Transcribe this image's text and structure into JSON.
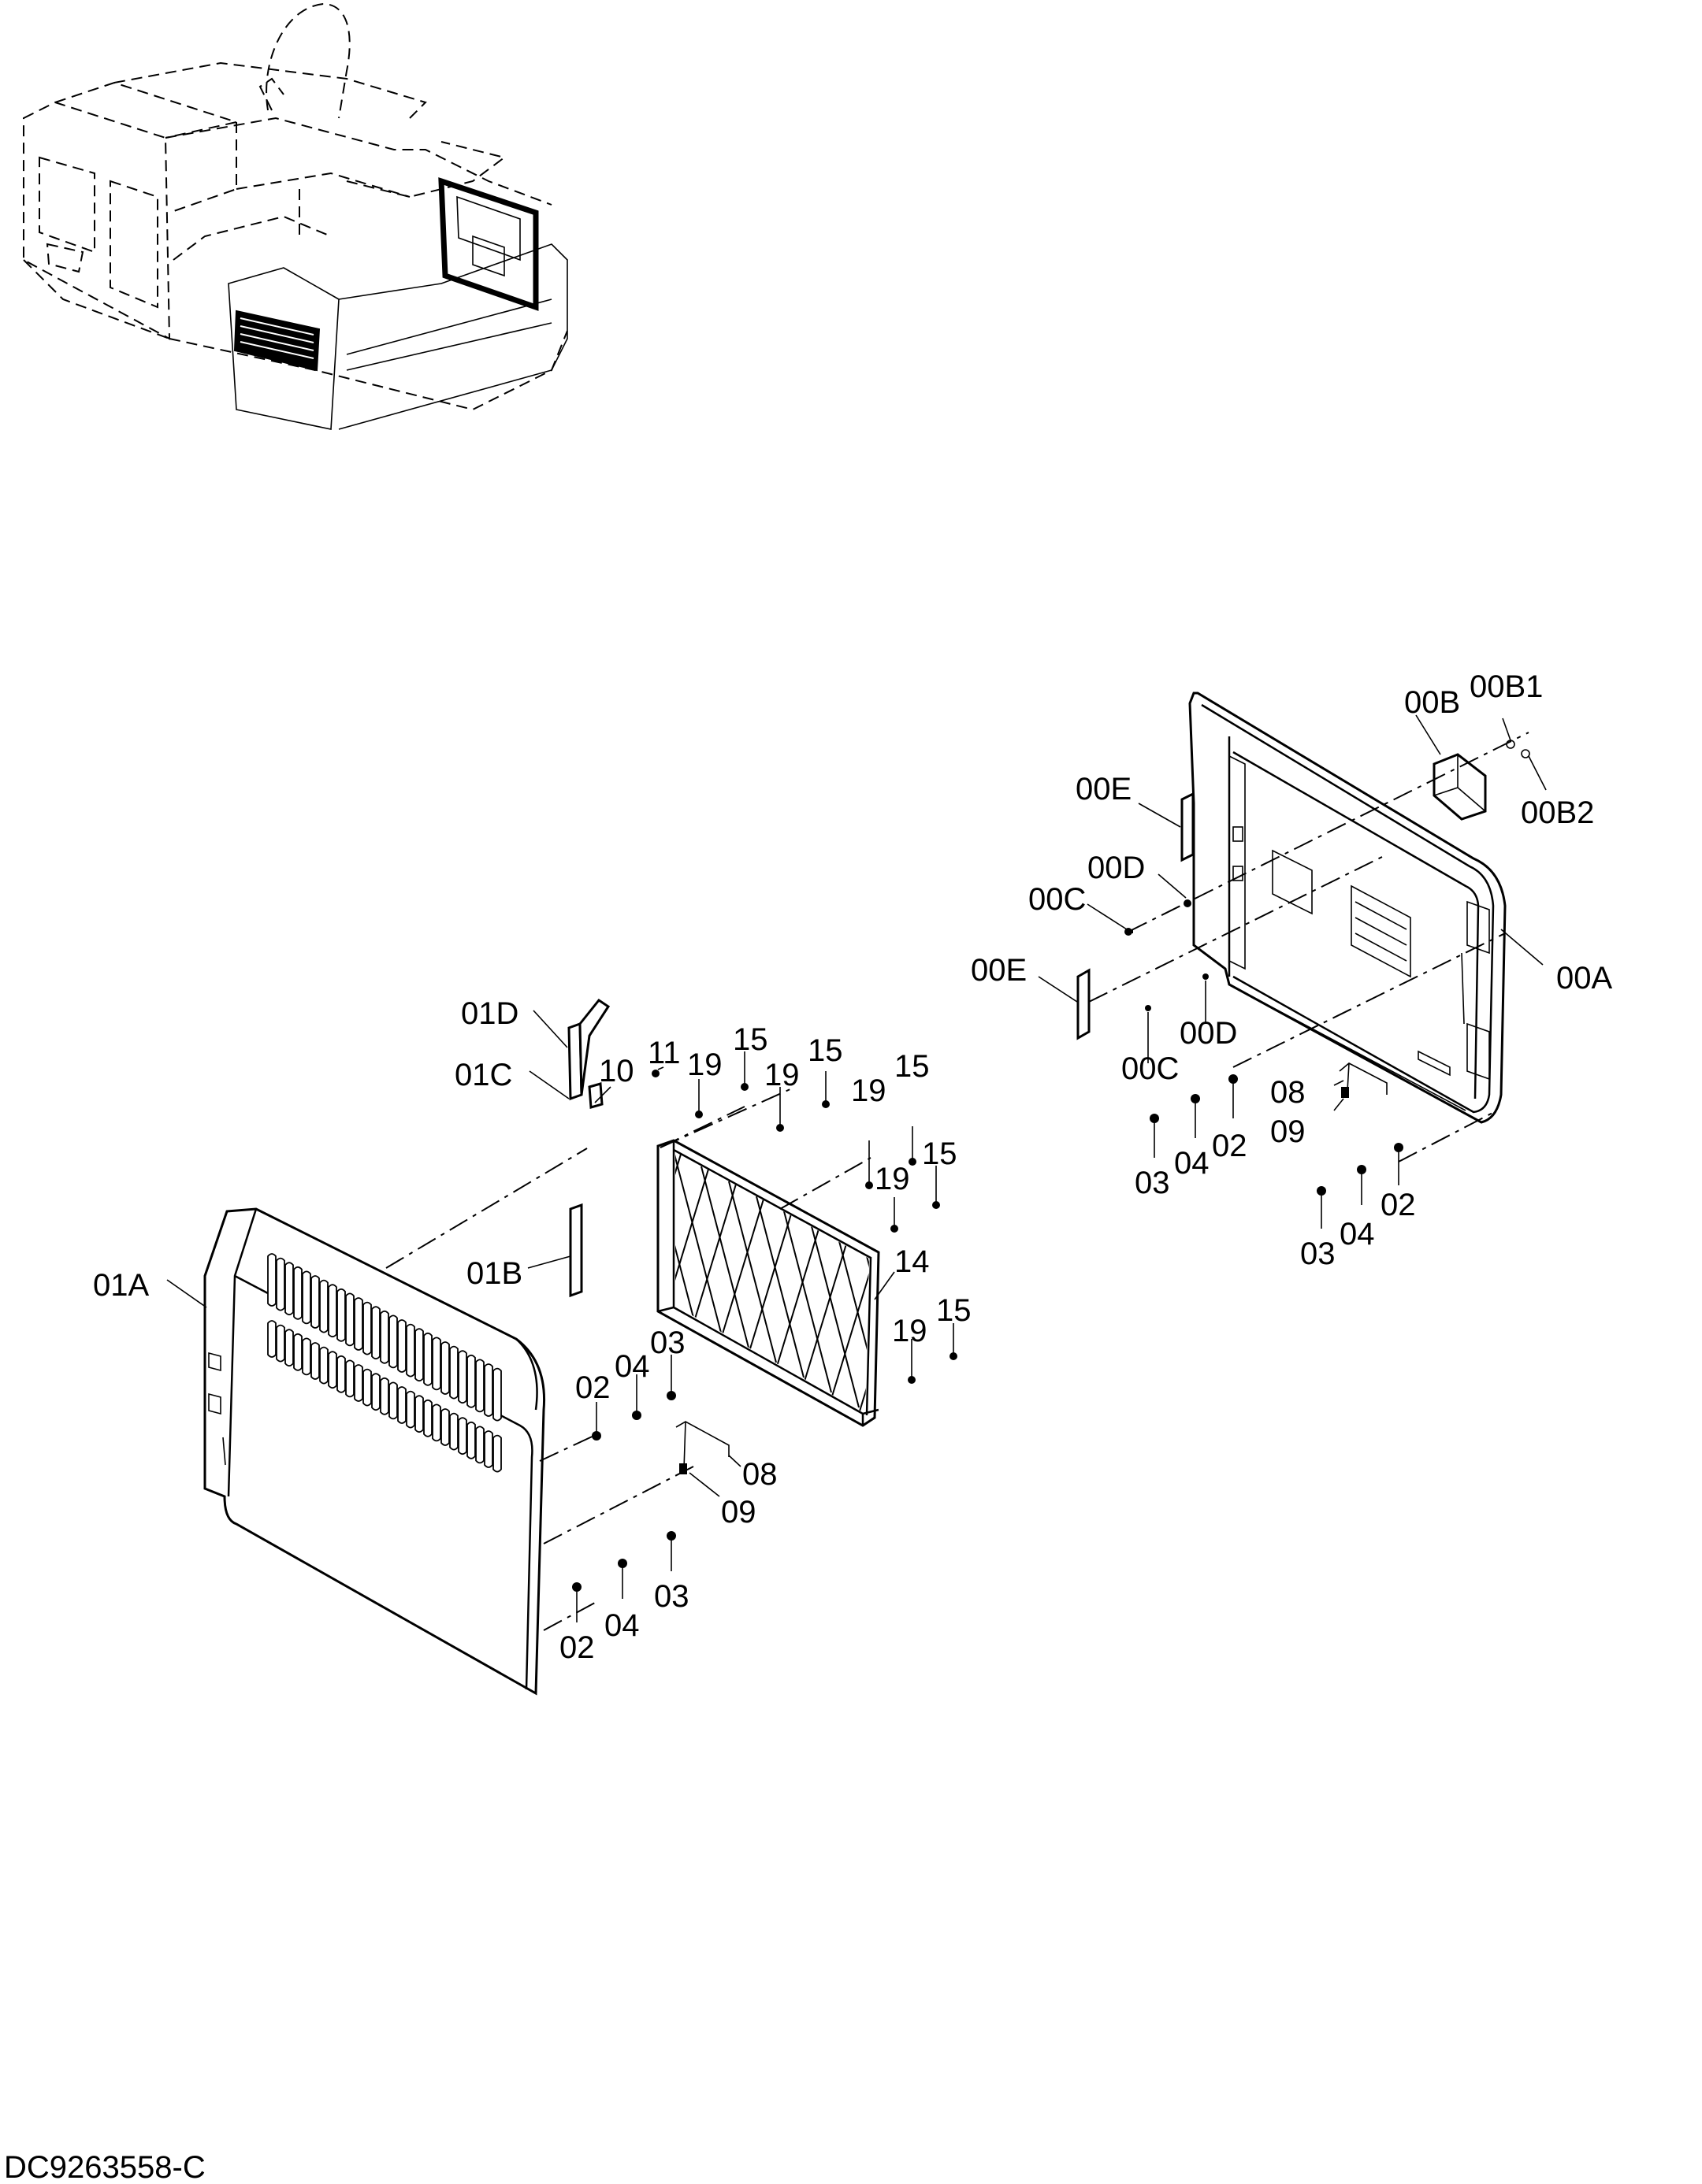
{
  "document_id": "DC9263558-C",
  "callouts": {
    "00A": "00A",
    "00B": "00B",
    "00B1": "00B1",
    "00B2": "00B2",
    "00C": "00C",
    "00D": "00D",
    "00E": "00E",
    "01A": "01A",
    "01B": "01B",
    "01C": "01C",
    "01D": "01D",
    "02": "02",
    "03": "03",
    "04": "04",
    "08": "08",
    "09": "09",
    "10": "10",
    "11": "11",
    "14": "14",
    "15": "15",
    "19": "19"
  }
}
